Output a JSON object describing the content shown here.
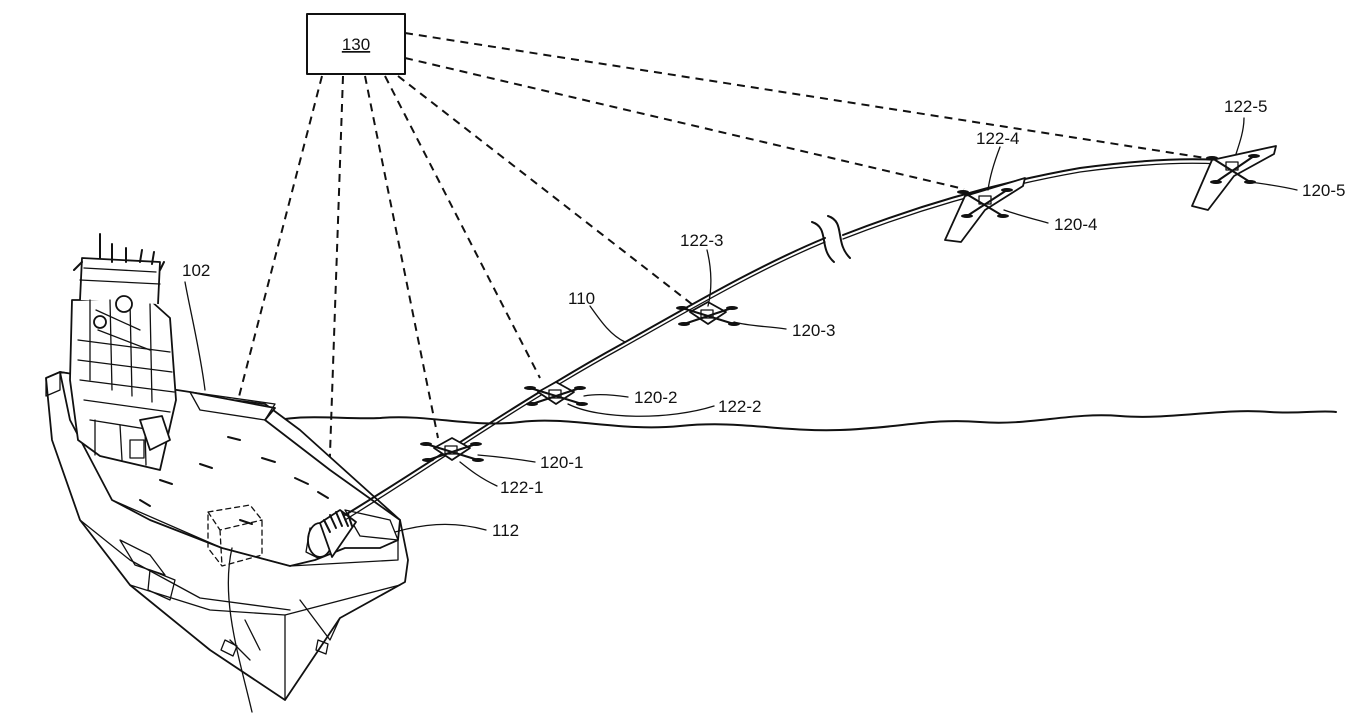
{
  "labels": {
    "controller": "130",
    "ship": "102",
    "tether": "110",
    "winch": "112",
    "drone_1": "120-1",
    "drone_2": "120-2",
    "drone_3": "120-3",
    "drone_4": "120-4",
    "drone_5": "120-5",
    "sensor_1": "122-1",
    "sensor_2": "122-2",
    "sensor_3": "122-3",
    "sensor_4": "122-4",
    "sensor_5": "122-5"
  }
}
